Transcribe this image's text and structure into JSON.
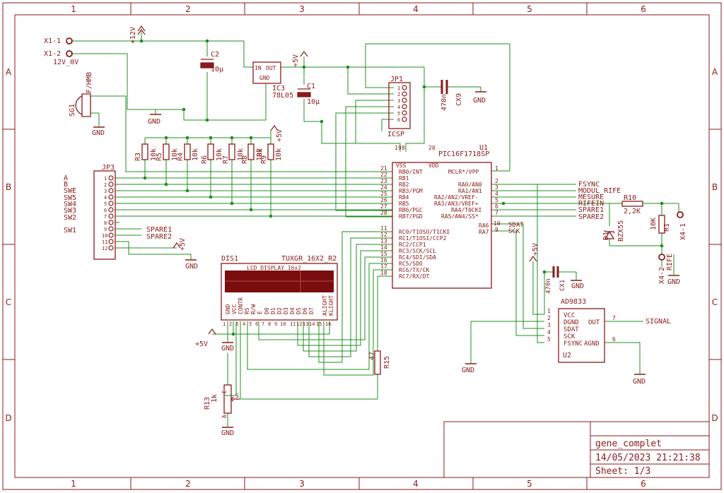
{
  "frame": {
    "columns": [
      "1",
      "2",
      "3",
      "4",
      "5",
      "6"
    ],
    "rows": [
      "A",
      "B",
      "C",
      "D"
    ]
  },
  "title_block": {
    "name": "gene_complet",
    "datetime": "14/05/2023 21:21:38",
    "sheet": "Sheet: 1/3"
  },
  "components": {
    "x1_1": "X1-1",
    "x1_2": "X1-2",
    "x1_2_value": "12V_0V",
    "c2": "C2",
    "c2_value": "10µ",
    "ic3_in": "IN",
    "ic3_out": "OUT",
    "ic3_gnd": "GND",
    "ic3": "IC3",
    "ic3_value": "78L05",
    "c1": "C1",
    "c1_value": "10µ",
    "jp1": "JP1",
    "jp1_sub": "ICSP",
    "jp1_pins": [
      "1",
      "2",
      "3",
      "4",
      "5",
      "6"
    ],
    "cx9": "CX9",
    "cx9_value": "470n",
    "sg1": "SG1",
    "sg1_value": "F/HMB",
    "u1": "U1",
    "u1_value": "PIC16F1718SP",
    "u1_vss": "VSS",
    "u1_vdd": "VDD",
    "u1_top_pins": [
      "19",
      "8",
      "20"
    ],
    "u1_left_pins": [
      {
        "num": "21",
        "name": "RB0/INT"
      },
      {
        "num": "22",
        "name": "RB1"
      },
      {
        "num": "23",
        "name": "RB2"
      },
      {
        "num": "24",
        "name": "RB3/PGM"
      },
      {
        "num": "25",
        "name": "RB4"
      },
      {
        "num": "26",
        "name": "RB5"
      },
      {
        "num": "27",
        "name": "RB6/PGC"
      },
      {
        "num": "28",
        "name": "RB7/PGD"
      }
    ],
    "u1_left_pins_c": [
      {
        "num": "11",
        "name": "RC0/T1OSO/T1CKI"
      },
      {
        "num": "12",
        "name": "RC1/T1OSI/CCP2"
      },
      {
        "num": "13",
        "name": "RC2/CCP1"
      },
      {
        "num": "14",
        "name": "RC3/SCK/SCL"
      },
      {
        "num": "15",
        "name": "RC4/SDI/SDA"
      },
      {
        "num": "16",
        "name": "RC5/SDO"
      },
      {
        "num": "17",
        "name": "RC6/TX/CK"
      },
      {
        "num": "18",
        "name": "RC7/RX/DT"
      }
    ],
    "u1_right_pins": [
      {
        "num": "1",
        "name": "MCLR*/VPP"
      },
      {
        "num": "2",
        "name": "RA0/AN0"
      },
      {
        "num": "3",
        "name": "RA1/AN1"
      },
      {
        "num": "4",
        "name": "RA2/AN2/VREF-"
      },
      {
        "num": "5",
        "name": "RA3/AN3/VREF+"
      },
      {
        "num": "6",
        "name": "RA4/T0CKI"
      },
      {
        "num": "7",
        "name": "RA5/AN4/SS*"
      },
      {
        "num": "10",
        "name": "RA6"
      },
      {
        "num": "9",
        "name": "RA7"
      }
    ],
    "resistors_pullup": [
      {
        "name": "R3",
        "value": "10k"
      },
      {
        "name": "R5",
        "value": "10k"
      },
      {
        "name": "R4",
        "value": "10k"
      },
      {
        "name": "R6",
        "value": "10k"
      },
      {
        "name": "R7",
        "value": "10k"
      },
      {
        "name": "R8",
        "value": "10k"
      },
      {
        "name": "R9",
        "value": "10k"
      },
      {
        "name": "R2",
        "value": "10k"
      }
    ],
    "jp3": "JP3",
    "jp3_pins": [
      "1",
      "2",
      "3",
      "4",
      "5",
      "6",
      "7",
      "8",
      "9",
      "10",
      "11",
      "12"
    ],
    "jp3_labels": [
      "A",
      "B",
      "SWE",
      "SW5",
      "SW4",
      "SW3",
      "SW2",
      "SW1"
    ],
    "spare1": "SPARE1",
    "spare2": "SPARE2",
    "dis1": "DIS1",
    "dis1_value": "TUXGR_16X2_R2",
    "lcd_title": "LCD DISPLAY 16x2",
    "lcd_pins": [
      "GND",
      "VCC",
      "CONTR",
      "RS",
      "R/W",
      "E",
      "D0",
      "D1",
      "D2",
      "D3",
      "D4",
      "D5",
      "D6",
      "D7",
      "ALIGHT",
      "KLIGHT"
    ],
    "lcd_pin_nums": [
      "1",
      "2",
      "3",
      "4",
      "5",
      "6",
      "7",
      "8",
      "9",
      "10",
      "11",
      "12",
      "13",
      "14",
      "15",
      "16"
    ],
    "r15": "R15",
    "r15_value": "47",
    "r13": "R13",
    "r13_value": "1k",
    "r13_wiper": "S",
    "r13_end_e": "E",
    "r13_end_a": "A",
    "net_fsync": "FSYNC",
    "net_modul_rife": "MODUL_RIFE",
    "net_mesure": "MESURE",
    "net_rifein": "RIFEIN",
    "net_sdat": "SDAT",
    "net_sck": "SCK",
    "r10": "R10",
    "r10_value": "2,2K",
    "r1": "R1",
    "r1_value": "10K",
    "d1": "D1",
    "d1_value": "BZX55",
    "x4_1": "X4-1",
    "x4_2": "X4-2",
    "x4_2_value": "RIFE",
    "cx1": "CX1",
    "cx1_value": "470n",
    "u2": "U2",
    "u2_value": "AD9833",
    "u2_left_pins": [
      {
        "num": "1",
        "name": "VCC"
      },
      {
        "num": "2",
        "name": "DGND"
      },
      {
        "num": "3",
        "name": "SDAT"
      },
      {
        "num": "4",
        "name": "SCK"
      },
      {
        "num": "5",
        "name": "FSYNC"
      }
    ],
    "u2_right_pins": [
      {
        "num": "7",
        "name": "OUT"
      },
      {
        "num": "6",
        "name": "AGND"
      }
    ],
    "signal": "SIGNAL"
  },
  "power_labels": {
    "p12v": "+12V",
    "p5v": "+5V",
    "gnd": "GND"
  },
  "colors": {
    "frame": "#8b1a1a",
    "wire": "#1f8f1f",
    "component": "#8b1a1a",
    "lcd_fill": "#7a0d0d",
    "text": "#8b1a1a"
  }
}
